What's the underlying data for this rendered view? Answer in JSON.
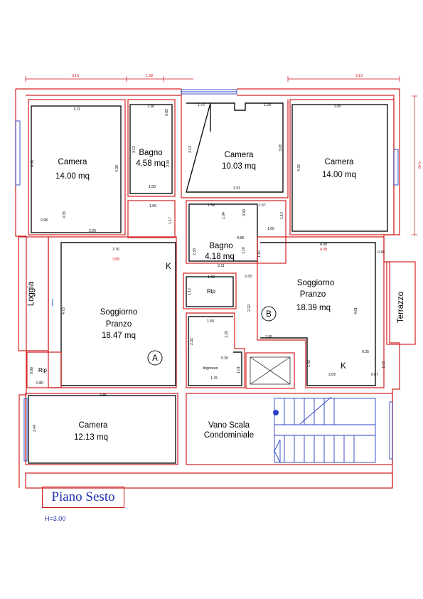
{
  "floor_title": "Piano Sesto",
  "floor_height": "H=3.00",
  "rooms": [
    {
      "name": "Camera",
      "area": "14.00 mq"
    },
    {
      "name": "Bagno",
      "area": "4.58 mq"
    },
    {
      "name": "Camera",
      "area": "10.03 mq"
    },
    {
      "name": "Camera",
      "area": "14.00 mq"
    },
    {
      "name": "Bagno",
      "area": "4.18 mq"
    },
    {
      "name": "Soggiorno",
      "name2": "Pranzo",
      "area": "18.47 mq"
    },
    {
      "name": "Soggiorno",
      "name2": "Pranzo",
      "area": "18.39 mq"
    },
    {
      "name": "Camera",
      "area": "12.13 mq"
    }
  ],
  "labels": {
    "loggia": "Loggia",
    "terrazzo": "Terrazzo",
    "rip1": "Rip",
    "rip2": "Rip",
    "ingresso": "Ingresso",
    "vano_line1": "Vano Scala",
    "vano_line2": "Condominiale",
    "unit_a": "A",
    "unit_b": "B",
    "kitchen_a": "K",
    "kitchen_b": "K"
  },
  "dimensions": {
    "top_outer": [
      "3.19",
      "1.38",
      "3.13"
    ],
    "right_outer": "4.40",
    "camera1_w": "3.11",
    "camera1_h": "4.39",
    "camera1_side": "4.06",
    "bagno1_w": "1.38",
    "bagno1_h": "3.12",
    "bagno1_d1": "0.82",
    "bagno1_d2": "2.30",
    "bagno1_d3": "1.50",
    "camera2_w": "1.76",
    "camera2_w2": "1.28",
    "camera2_h": "3.13",
    "camera2_h2": "3.08",
    "camera2_bottom": "3.31",
    "camera3_w": "3.05",
    "camera3_h": "4.32",
    "d_098": "0.98",
    "d_033": "0.33",
    "d_220": "2.20",
    "d_160a": "1.60",
    "d_117": "1.17",
    "d_154": "1.54",
    "d_157": "1.57",
    "d_104": "1.04",
    "d_090": "0.90",
    "d_114": "1.14",
    "d_376": "3.76",
    "d_388": "3.88",
    "d_088": "0.88",
    "d_160b": "1.60",
    "d_116a": "1.16",
    "d_116b": "1.16",
    "d_430": "4.30",
    "d_438": "4.38",
    "d_048": "0.48",
    "d_150": "1.50",
    "d_211": "2.11",
    "d_230": "2.30",
    "d_168": "1.68",
    "d_033b": "0.33",
    "d_112": "1.12",
    "d_473": "4.73",
    "d_222": "2.22",
    "d_481": "4.81",
    "d_150b": "1.50",
    "d_232": "2.32",
    "d_129": "1.29",
    "d_199": "1.99",
    "d_026": "0.26",
    "d_143": "1.43",
    "d_035": "0.35",
    "d_209": "2.09",
    "d_067": "0.67",
    "d_103": "1.03",
    "d_101": "1.01",
    "d_176": "1.76",
    "d_098b": "0.98",
    "d_080": "0.80",
    "d_486": "4.86",
    "d_244": "2.44"
  }
}
